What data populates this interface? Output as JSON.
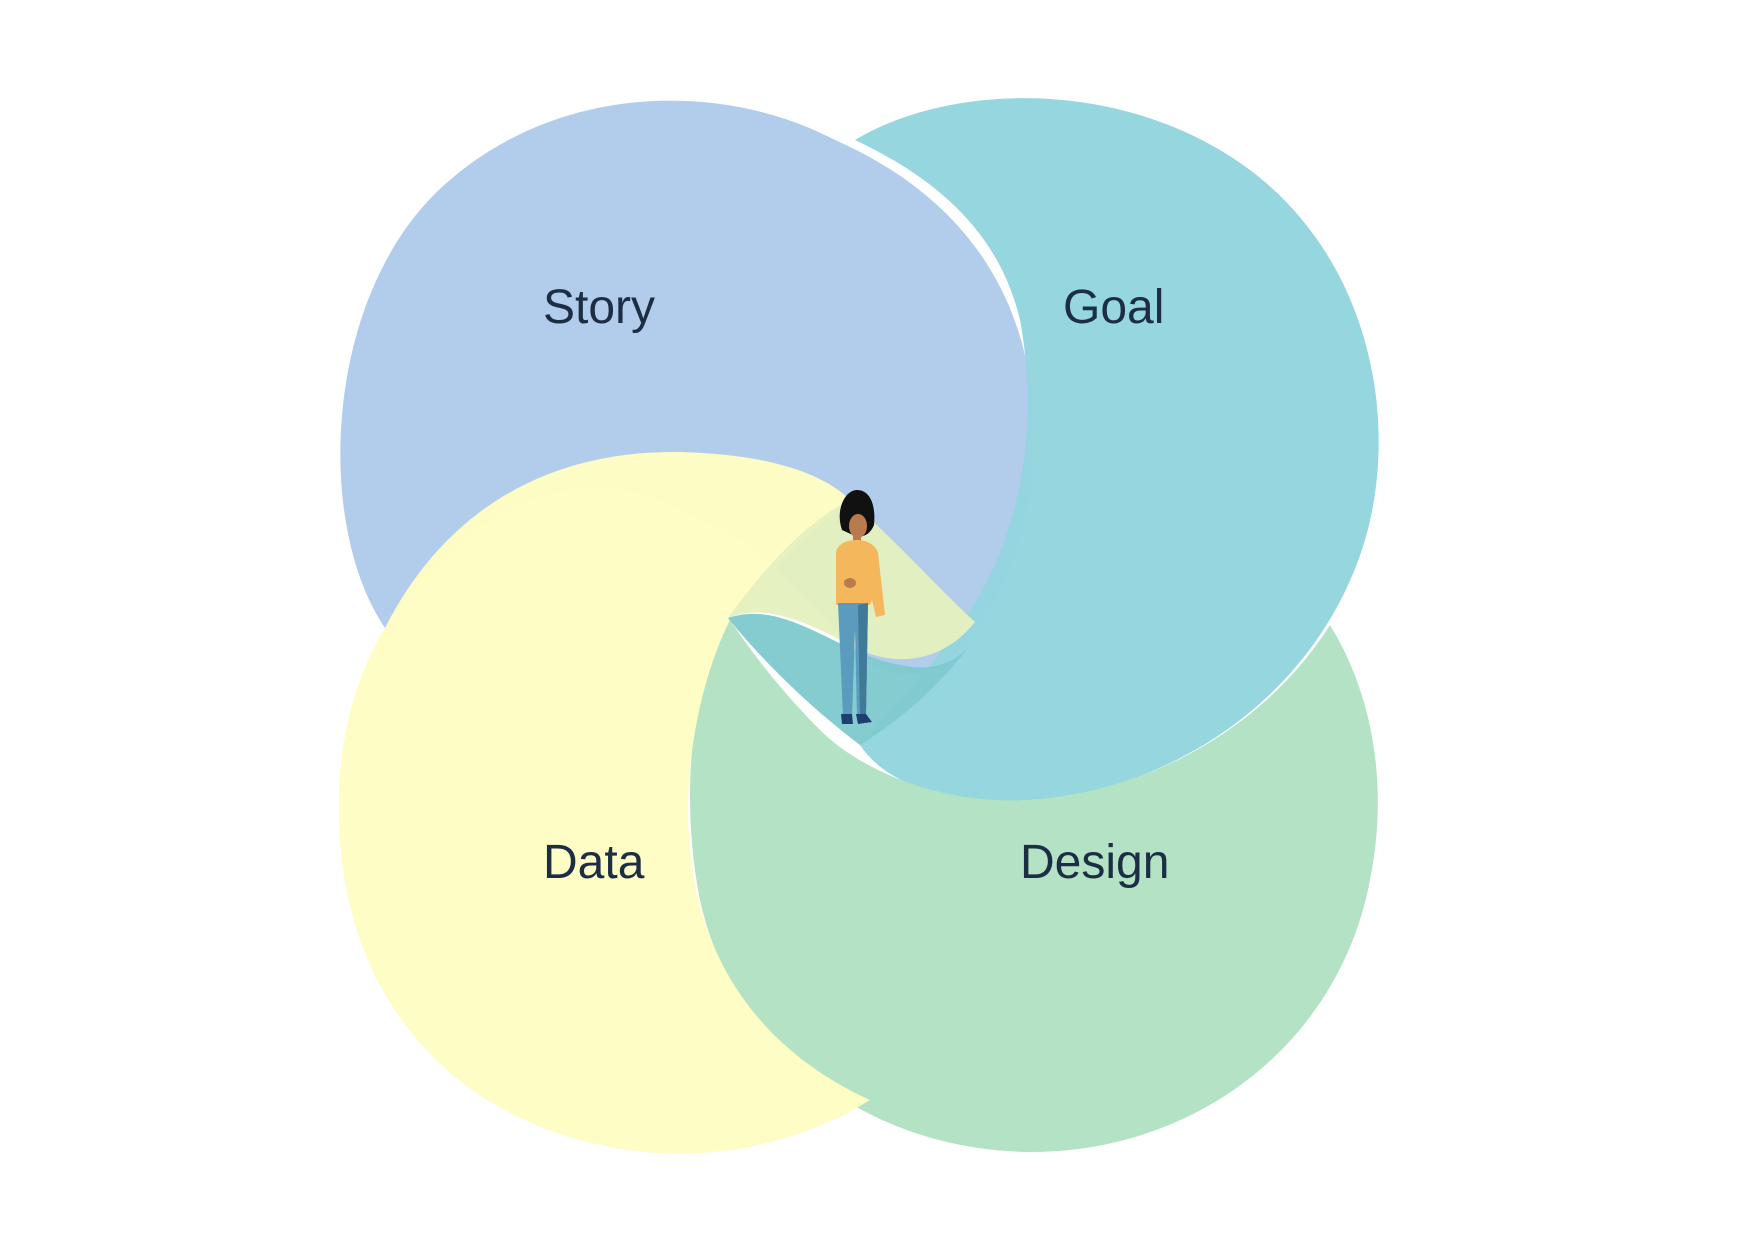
{
  "diagram": {
    "petals": [
      {
        "id": "story",
        "label": "Story",
        "color": "#b0cbeb"
      },
      {
        "id": "goal",
        "label": "Goal",
        "color": "#93d5de"
      },
      {
        "id": "data",
        "label": "Data",
        "color": "#fefdc4"
      },
      {
        "id": "design",
        "label": "Design",
        "color": "#b2e1c3"
      }
    ],
    "figure": {
      "icon": "person-standing-icon",
      "colors": {
        "hair": "#111111",
        "skin": "#b97a4c",
        "sweater": "#f4b75c",
        "jeans": "#5b9bbd",
        "jeans_shadow": "#3f7a98",
        "shoes": "#1e3f6e"
      }
    },
    "text_color": "#1c2e44"
  }
}
